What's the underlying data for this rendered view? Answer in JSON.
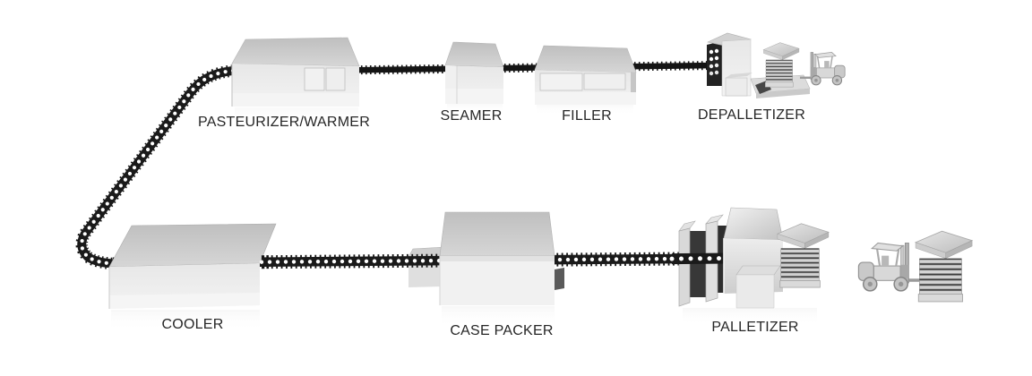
{
  "diagram": {
    "type": "production-line-diagram",
    "background": "#ffffff",
    "machines": {
      "pasteurizer": {
        "label": "PASTEURIZER/WARMER"
      },
      "seamer": {
        "label": "SEAMER"
      },
      "filler": {
        "label": "FILLER"
      },
      "depalletizer": {
        "label": "DEPALLETIZER"
      },
      "cooler": {
        "label": "COOLER"
      },
      "case_packer": {
        "label": "CASE PACKER"
      },
      "palletizer": {
        "label": "PALLETIZER"
      }
    },
    "rows": {
      "top": [
        "depalletizer",
        "filler",
        "seamer",
        "pasteurizer"
      ],
      "bottom": [
        "cooler",
        "case_packer",
        "palletizer"
      ]
    },
    "props": [
      "pallet-stack-top",
      "forklift-top",
      "pallet-stack-bottom",
      "forklift-bottom"
    ],
    "conveyor": {
      "belt_color": "#1a1a1a",
      "dot_color": "#ffffff"
    },
    "colors": {
      "machine_top": "#c6c6c6",
      "machine_front": "#ebebeb",
      "metal_shine": "#d9d9d9",
      "label": "#262626",
      "background": "#ffffff"
    }
  }
}
